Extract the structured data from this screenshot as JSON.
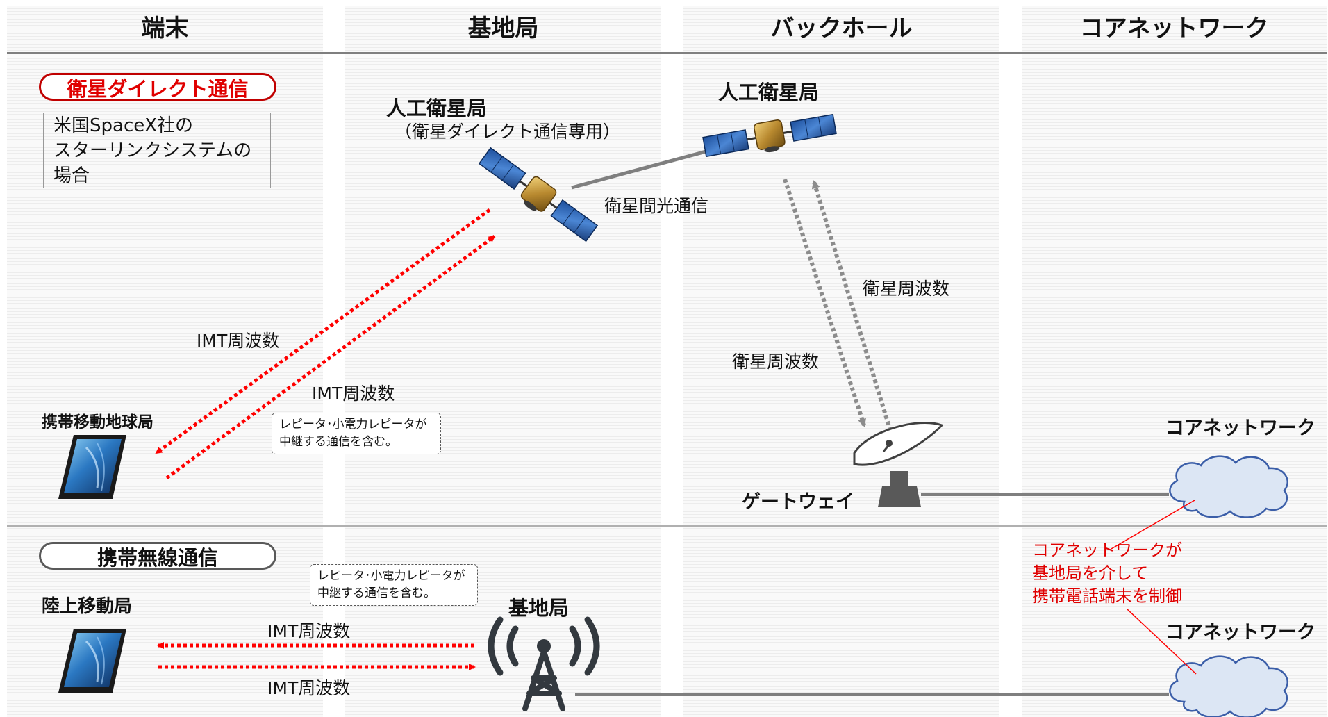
{
  "columns": [
    "端末",
    "基地局",
    "バックホール",
    "コアネットワーク"
  ],
  "satellite_section": {
    "title": "衛星ダイレクト通信",
    "note_lines": [
      "米国SpaceX社の",
      "スターリンクシステムの場合"
    ],
    "satellite_direct": {
      "name": "人工衛星局",
      "sub": "（衛星ダイレクト通信専用）"
    },
    "satellite_backhaul": "人工衛星局",
    "inter_link": "衛星間光通信",
    "sat_freq_1": "衛星周波数",
    "sat_freq_2": "衛星周波数",
    "imt_1": "IMT周波数",
    "imt_2": "IMT周波数",
    "terminal": "携帯移動地球局",
    "repeater_note": [
      "レピータ･小電力レピータが",
      "中継する通信を含む。"
    ],
    "gateway": "ゲートウェイ",
    "core": "コアネットワーク"
  },
  "annotation": [
    "コアネットワークが",
    "基地局を介して",
    "携帯電話端末を制御"
  ],
  "mobile_section": {
    "title": "携帯無線通信",
    "terminal": "陸上移動局",
    "repeater_note": [
      "レピータ･小電力レピータが",
      "中継する通信を含む。"
    ],
    "base_station": "基地局",
    "imt_1": "IMT周波数",
    "imt_2": "IMT周波数",
    "core": "コアネットワーク"
  },
  "colors": {
    "accent_red": "#ff0000",
    "pill_red": "#c00000",
    "link_gray": "#7f7f7f",
    "cloud_fill": "#dce6f4",
    "cloud_stroke": "#3b5ea8"
  },
  "icons": [
    "satellite-icon",
    "phone-icon",
    "gateway-dish-icon",
    "base-station-tower-icon",
    "cloud-icon"
  ]
}
